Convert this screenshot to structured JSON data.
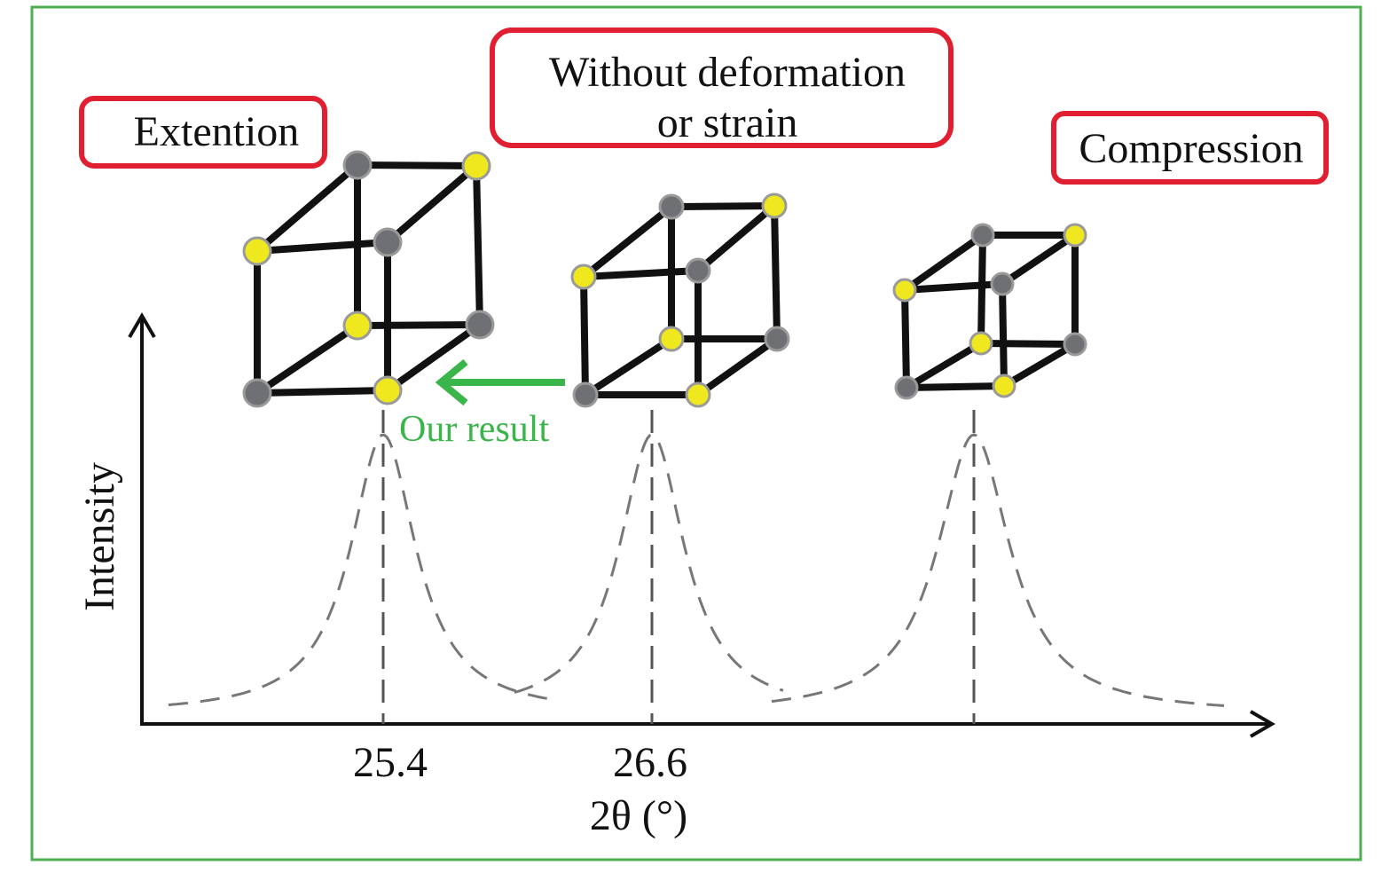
{
  "labels": {
    "extension": "Extention",
    "no_strain_line1": "Without deformation",
    "no_strain_line2": "or strain",
    "compression": "Compression",
    "our_result": "Our result",
    "y_axis": "Intensity",
    "x_axis": "2θ (°)"
  },
  "ticks": [
    "25.4",
    "26.6"
  ],
  "peaks": [
    {
      "state": "extension",
      "two_theta": 25.4
    },
    {
      "state": "no strain",
      "two_theta": 26.6
    },
    {
      "state": "compression"
    }
  ],
  "colors": {
    "frame": "#4caf50",
    "label_box": "#e02030",
    "arrow": "#3ab54a",
    "atom_yellow": "#f0e81e",
    "atom_gray": "#6e7073",
    "peak_line": "#777777"
  }
}
